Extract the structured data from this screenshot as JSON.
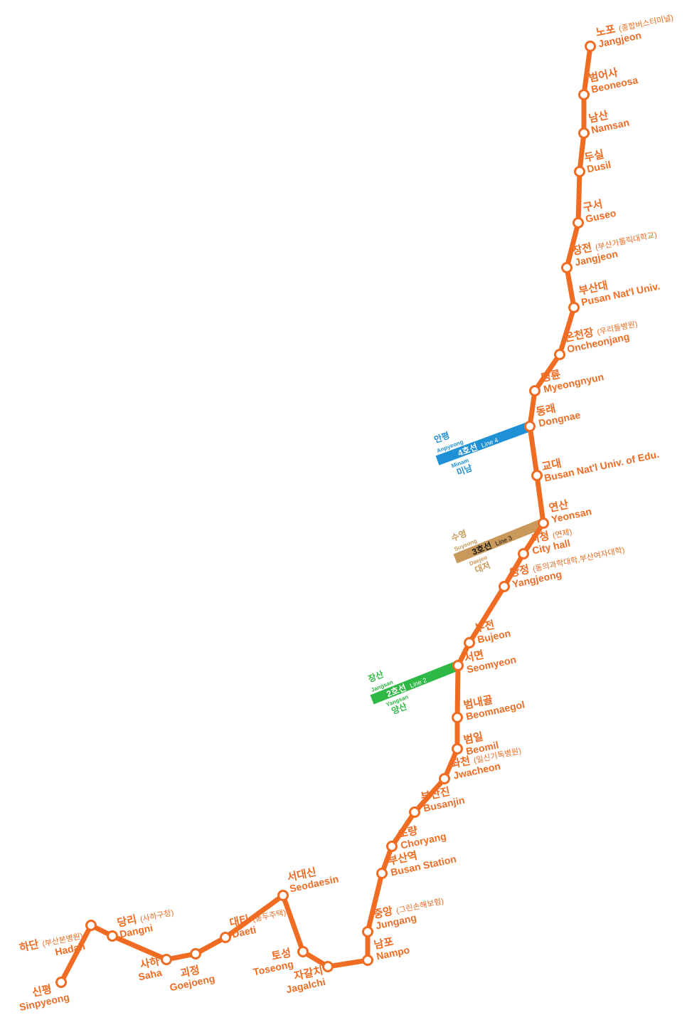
{
  "map": {
    "line_color": "#ef6c22",
    "stations": [
      {
        "id": "nopo",
        "kr": "노포",
        "sub": "(종합버스터미널)",
        "en": "Jangjeon"
      },
      {
        "id": "beomeosa",
        "kr": "범어사",
        "sub": "",
        "en": "Beoneosa"
      },
      {
        "id": "namsan",
        "kr": "남산",
        "sub": "",
        "en": "Namsan"
      },
      {
        "id": "dusil",
        "kr": "두실",
        "sub": "",
        "en": "Dusil"
      },
      {
        "id": "guseo",
        "kr": "구서",
        "sub": "",
        "en": "Guseo"
      },
      {
        "id": "jangjeon",
        "kr": "장전",
        "sub": "(부산가톨릭대학교)",
        "en": "Jangjeon"
      },
      {
        "id": "pnu",
        "kr": "부산대",
        "sub": "",
        "en": "Pusan Nat'l Univ."
      },
      {
        "id": "oncheonjang",
        "kr": "온천장",
        "sub": "(우리들병원)",
        "en": "Oncheonjang"
      },
      {
        "id": "myeongnyun",
        "kr": "명륜",
        "sub": "",
        "en": "Myeongnyun"
      },
      {
        "id": "dongnae",
        "kr": "동래",
        "sub": "",
        "en": "Dongnae"
      },
      {
        "id": "gyodae",
        "kr": "교대",
        "sub": "",
        "en": "Busan Nat'l Univ. of Edu."
      },
      {
        "id": "yeonsan",
        "kr": "연산",
        "sub": "",
        "en": "Yeonsan"
      },
      {
        "id": "cityhall",
        "kr": "시청",
        "sub": "(연제)",
        "en": "City hall"
      },
      {
        "id": "yangjeong",
        "kr": "양정",
        "sub": "(동의과학대학,부산여자대학)",
        "en": "Yangjeong"
      },
      {
        "id": "bujeon",
        "kr": "부전",
        "sub": "",
        "en": "Bujeon"
      },
      {
        "id": "seomyeon",
        "kr": "서면",
        "sub": "",
        "en": "Seomyeon"
      },
      {
        "id": "beomnaegol",
        "kr": "범내골",
        "sub": "",
        "en": "Beomnaegol"
      },
      {
        "id": "beomil",
        "kr": "범일",
        "sub": "",
        "en": "Beomil"
      },
      {
        "id": "jwacheon",
        "kr": "좌천",
        "sub": "(일신기독병원)",
        "en": "Jwacheon"
      },
      {
        "id": "busanjin",
        "kr": "부산진",
        "sub": "",
        "en": "Busanjin"
      },
      {
        "id": "choryang",
        "kr": "초량",
        "sub": "",
        "en": "Choryang"
      },
      {
        "id": "busanstation",
        "kr": "부산역",
        "sub": "",
        "en": "Busan Station"
      },
      {
        "id": "jungang",
        "kr": "중앙",
        "sub": "(그린손해보험)",
        "en": "Jungang"
      },
      {
        "id": "nampo",
        "kr": "남포",
        "sub": "",
        "en": "Nampo"
      },
      {
        "id": "jagalchi",
        "kr": "자갈치",
        "sub": "",
        "en": "Jagalchi"
      },
      {
        "id": "toseong",
        "kr": "토성",
        "sub": "",
        "en": "Toseong"
      },
      {
        "id": "seodaesin",
        "kr": "서대신",
        "sub": "",
        "en": "Seodaesin"
      },
      {
        "id": "daeti",
        "kr": "대티",
        "sub": "(동두주택)",
        "en": "Daeti"
      },
      {
        "id": "goejeong",
        "kr": "괴정",
        "sub": "",
        "en": "Goejoeng"
      },
      {
        "id": "saha",
        "kr": "사하",
        "sub": "",
        "en": "Saha"
      },
      {
        "id": "dangni",
        "kr": "당리",
        "sub": "(사하구청)",
        "en": "Dangni"
      },
      {
        "id": "hadan",
        "kr": "하단",
        "sub": "(부산본병원)",
        "en": "Hadan"
      },
      {
        "id": "sinpyeong",
        "kr": "신평",
        "sub": "",
        "en": "Sinpyeong"
      }
    ],
    "transfers": [
      {
        "id": "line4",
        "color": "#1e90d6",
        "text_color": "#ffffff",
        "name_kr": "4호선",
        "name_en": "Line 4",
        "up_kr": "안평",
        "up_en": "Anpyeong",
        "down_en": "Minam",
        "down_kr": "미남"
      },
      {
        "id": "line3",
        "color": "#c8995a",
        "text_color": "#1a1a1a",
        "name_kr": "3호선",
        "name_en": "Line 3",
        "up_kr": "수영",
        "up_en": "Suyeong",
        "down_en": "Daejeo",
        "down_kr": "대저"
      },
      {
        "id": "line2",
        "color": "#2eb845",
        "text_color": "#ffffff",
        "name_kr": "2호선",
        "name_en": "Line 2",
        "up_kr": "장산",
        "up_en": "Jangsan",
        "down_en": "Yangsan",
        "down_kr": "양산"
      }
    ]
  }
}
